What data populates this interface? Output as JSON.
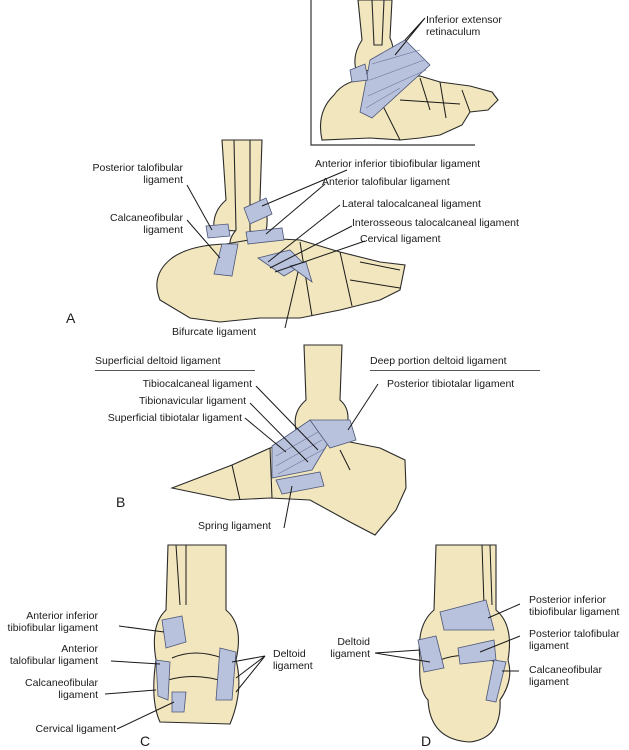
{
  "figure": {
    "bone_color": "#f1e6bd",
    "ligament_color": "#b9c2dc",
    "outline_color": "#2a2a2a",
    "inset": {
      "labels": [
        "Inferior extensor retinaculum"
      ]
    },
    "panels": [
      {
        "id": "A",
        "letter": "A",
        "view": "lateral",
        "labels": {
          "posterior_talofibular": "Posterior talofibular\nligament",
          "calcaneofibular": "Calcaneofibular\nligament",
          "anterior_inferior_tibiofibular": "Anterior inferior tibiofibular ligament",
          "anterior_talofibular": "Anterior talofibular ligament",
          "lateral_talocalcaneal": "Lateral talocalcaneal ligament",
          "interosseous_talocalcaneal": "Interosseous talocalcaneal ligament",
          "cervical": "Cervical ligament",
          "bifurcate": "Bifurcate ligament"
        }
      },
      {
        "id": "B",
        "letter": "B",
        "view": "medial",
        "headers": {
          "superficial": "Superficial deltoid ligament",
          "deep": "Deep portion deltoid ligament"
        },
        "labels": {
          "tibiocalcaneal": "Tibiocalcaneal ligament",
          "tibionavicular": "Tibionavicular ligament",
          "superficial_tibiotalar": "Superficial tibiotalar ligament",
          "posterior_tibiotalar": "Posterior tibiotalar ligament",
          "spring": "Spring ligament"
        }
      },
      {
        "id": "C",
        "letter": "C",
        "view": "anterior",
        "labels": {
          "anterior_inferior_tibiofibular": "Anterior inferior\ntibiofibular ligament",
          "anterior_talofibular": "Anterior\ntalofibular ligament",
          "calcaneofibular": "Calcaneofibular\nligament",
          "cervical": "Cervical ligament",
          "deltoid": "Deltoid\nligament"
        }
      },
      {
        "id": "D",
        "letter": "D",
        "view": "posterior",
        "labels": {
          "deltoid": "Deltoid\nligament",
          "posterior_inferior_tibiofibular": "Posterior inferior\ntibiofibular ligament",
          "posterior_talofibular": "Posterior talofibular\nligament",
          "calcaneofibular": "Calcaneofibular\nligament"
        }
      }
    ]
  }
}
